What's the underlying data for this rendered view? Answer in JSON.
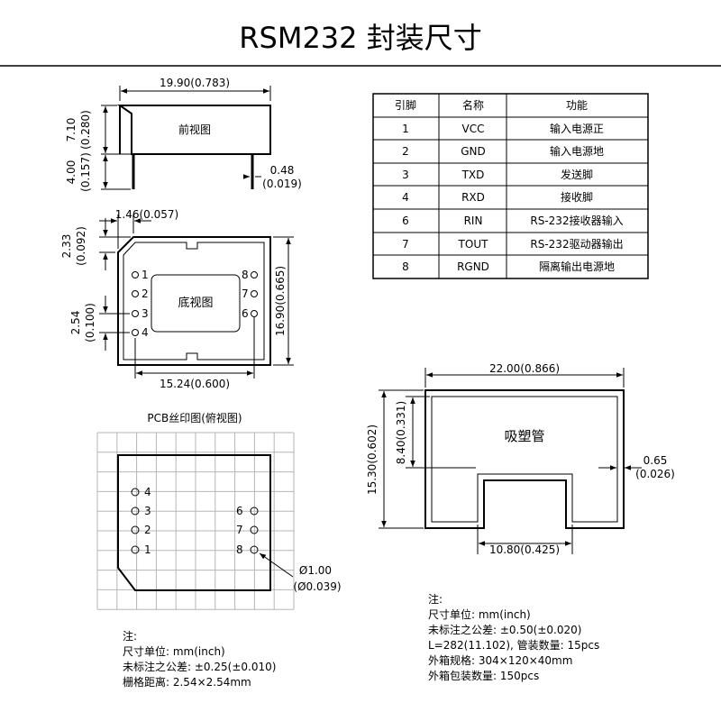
{
  "title": "RSM232 封装尺寸",
  "front_view": {
    "label": "前视图",
    "width_dim": "19.90(0.783)",
    "body_height_mm": "7.10",
    "body_height_in": "(0.280)",
    "pin_length_mm": "4.00",
    "pin_length_in": "(0.157)",
    "pin_dia_mm": "0.48",
    "pin_dia_in": "(0.019)"
  },
  "bottom_view": {
    "label": "底视图",
    "chamfer_dim": "1.46(0.057)",
    "top_offset_mm": "2.33",
    "top_offset_in": "(0.092)",
    "pitch_mm": "2.54",
    "pitch_in": "(0.100)",
    "height_dim": "16.90(0.665)",
    "row_spacing": "15.24(0.600)",
    "left_pins": [
      "1",
      "2",
      "3",
      "4"
    ],
    "right_pins": [
      "8",
      "7",
      "6"
    ]
  },
  "pin_table": {
    "headers": [
      "引脚",
      "名称",
      "功能"
    ],
    "rows": [
      [
        "1",
        "VCC",
        "输入电源正"
      ],
      [
        "2",
        "GND",
        "输入电源地"
      ],
      [
        "3",
        "TXD",
        "发送脚"
      ],
      [
        "4",
        "RXD",
        "接收脚"
      ],
      [
        "6",
        "RIN",
        "RS-232接收器输入"
      ],
      [
        "7",
        "TOUT",
        "RS-232驱动器输出"
      ],
      [
        "8",
        "RGND",
        "隔离输出电源地"
      ]
    ]
  },
  "pcb_view": {
    "title": "PCB丝印图(俯视图)",
    "left_pins": [
      "4",
      "3",
      "2",
      "1"
    ],
    "right_pins": [
      "6",
      "7",
      "8"
    ],
    "hole_dim_mm": "Ø1.00",
    "hole_dim_in": "(Ø0.039)",
    "notes": [
      "注:",
      "尺寸单位: mm(inch)",
      "未标注之公差: ±0.25(±0.010)",
      "栅格距离: 2.54×2.54mm"
    ]
  },
  "tube_view": {
    "label": "吸塑管",
    "width_dim": "22.00(0.866)",
    "height_mm": "15.30",
    "height_in": "(0.602)",
    "inner_height_mm": "8.40",
    "inner_height_in": "(0.331)",
    "wall_mm": "0.65",
    "wall_in": "(0.026)",
    "slot_dim": "10.80(0.425)",
    "notes": [
      "注:",
      "尺寸单位: mm(inch)",
      "未标注之公差: ±0.50(±0.020)",
      "L=282(11.102), 管装数量: 15pcs",
      "外箱规格: 304×120×40mm",
      "外箱包装数量: 150pcs"
    ]
  }
}
